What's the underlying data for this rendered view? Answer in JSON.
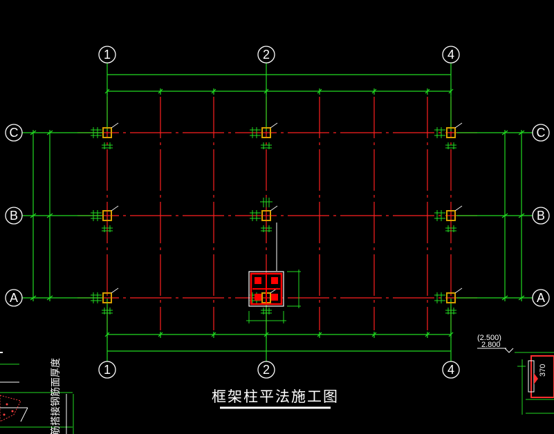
{
  "title": "框架柱平法施工图",
  "axes": {
    "columns": [
      "1",
      "2",
      "4"
    ],
    "rows": [
      "C",
      "B",
      "A"
    ]
  },
  "elevations": [
    "(2.500)",
    "2.800"
  ],
  "side_dimension": "370",
  "partial_label": "筋搭接钢筋面厚度",
  "colors": {
    "background": "#000000",
    "axis_green": "#22dd22",
    "grid_red": "#ff2020",
    "column_yellow": "#d8a000",
    "text_white": "#ffffff",
    "detail_red": "#ff0000"
  }
}
